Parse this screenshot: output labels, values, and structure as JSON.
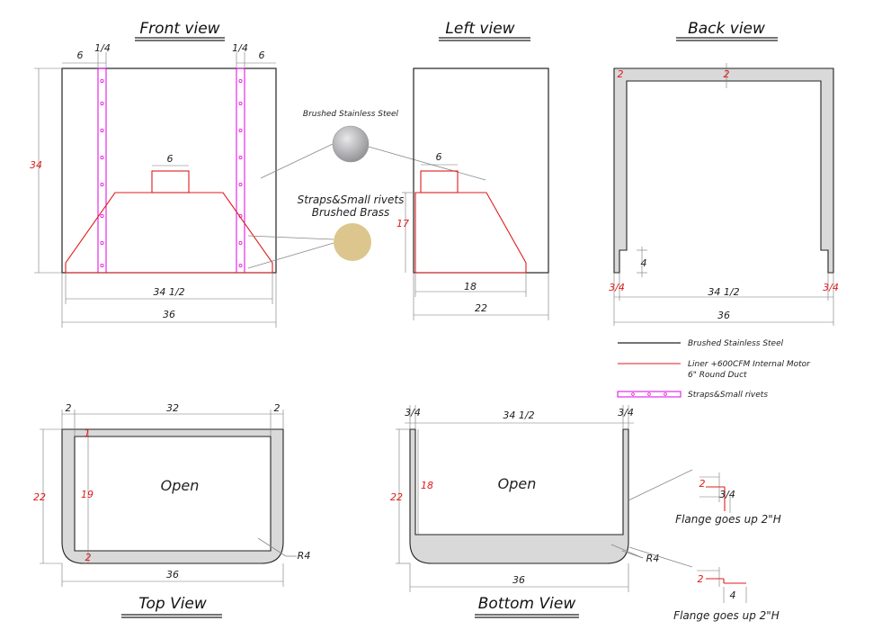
{
  "views": {
    "front": "Front view",
    "left": "Left view",
    "back": "Back view",
    "top": "Top View",
    "bottom": "Bottom View"
  },
  "front_dims": {
    "left_offset": "6",
    "left_strap": "1/4",
    "right_strap": "1/4",
    "right_offset": "6",
    "height": "34",
    "duct": "6",
    "liner_width": "34 1/2",
    "overall_width": "36"
  },
  "left_dims": {
    "duct": "6",
    "liner_height": "17",
    "liner_bottom": "18",
    "overall_depth": "22"
  },
  "back_dims": {
    "left_wall": "2",
    "top_wall": "2",
    "notch": "4",
    "left_return": "3/4",
    "inner_width": "34 1/2",
    "right_return": "3/4",
    "overall_width": "36"
  },
  "top_dims": {
    "left": "2",
    "inner": "32",
    "right": "2",
    "depth": "22",
    "inner_depth": "19",
    "back_wall": "1",
    "front_wall": "2",
    "radius": "R4",
    "width": "36",
    "center": "Open"
  },
  "bottom_dims": {
    "left": "3/4",
    "inner": "34 1/2",
    "right": "3/4",
    "depth": "22",
    "inner_depth": "18",
    "radius": "R4",
    "width": "36",
    "center": "Open"
  },
  "materials": {
    "steel": "Brushed Stainless Steel",
    "straps_line1": "Straps&Small rivets",
    "straps_line2": "Brushed Brass",
    "steel_color": "#b8b8bc",
    "brass_color": "#dcc68e"
  },
  "legend": {
    "steel": "Brushed Stainless Steel",
    "liner_line1": "Liner +600CFM Internal Motor",
    "liner_line2": "6\" Round Duct",
    "straps": "Straps&Small rivets"
  },
  "flanges": {
    "flange1_a": "2",
    "flange1_b": "3/4",
    "flange1_note": "Flange goes up 2\"H",
    "flange2_a": "2",
    "flange2_b": "4",
    "flange2_note": "Flange goes up 2\"H"
  }
}
